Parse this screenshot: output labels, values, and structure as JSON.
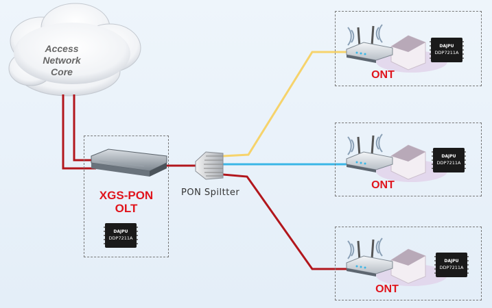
{
  "cloud": {
    "line1": "Access",
    "line2": "Network",
    "line3": "Core"
  },
  "olt": {
    "label_line1": "XGS-PON",
    "label_line2": "OLT"
  },
  "splitter": {
    "label": "PON Spiltter"
  },
  "chip": {
    "brand": "DAJPU",
    "part": "DDP7211A"
  },
  "onts": [
    {
      "label": "ONT"
    },
    {
      "label": "ONT"
    },
    {
      "label": "ONT"
    }
  ],
  "colors": {
    "fiber_red": "#b2161c",
    "fiber_yellow": "#f6d36b",
    "fiber_blue": "#3ab6e6",
    "label_red": "#e0141c"
  }
}
